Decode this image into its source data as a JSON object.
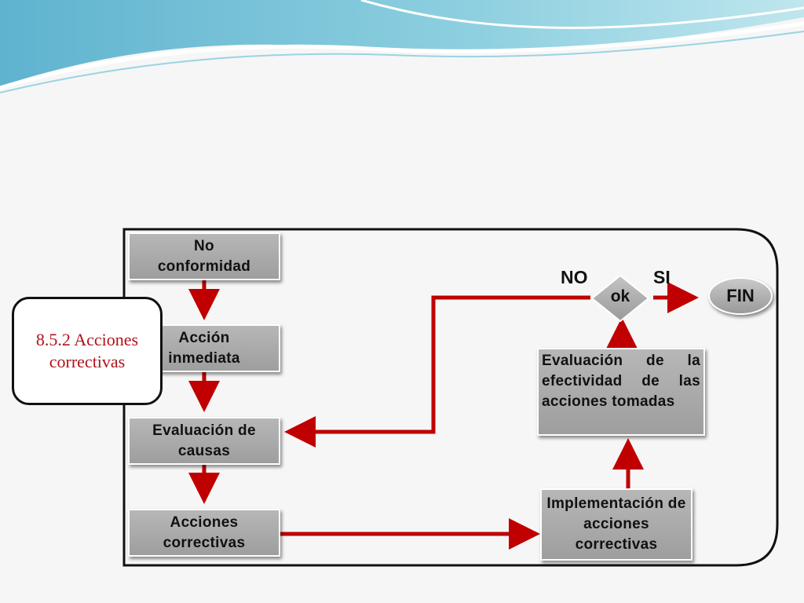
{
  "diagram": {
    "title": "8.5.2 Acciones correctivas",
    "nodes": {
      "no_conformidad": "No conformidad",
      "accion_inmediata": "Acción inmediata",
      "evaluacion_causas": "Evaluación de causas",
      "acciones_correctivas": "Acciones correctivas",
      "implementacion": "Implementación de acciones correctivas",
      "evaluacion_efectividad": "Evaluación de la efectividad de las acciones tomadas",
      "decision": "ok",
      "fin": "FIN"
    },
    "branches": {
      "no": "NO",
      "si": "SI"
    },
    "colors": {
      "arrow": "#c00000",
      "box": "#a9a9a9",
      "callout_text": "#b0121b"
    }
  }
}
